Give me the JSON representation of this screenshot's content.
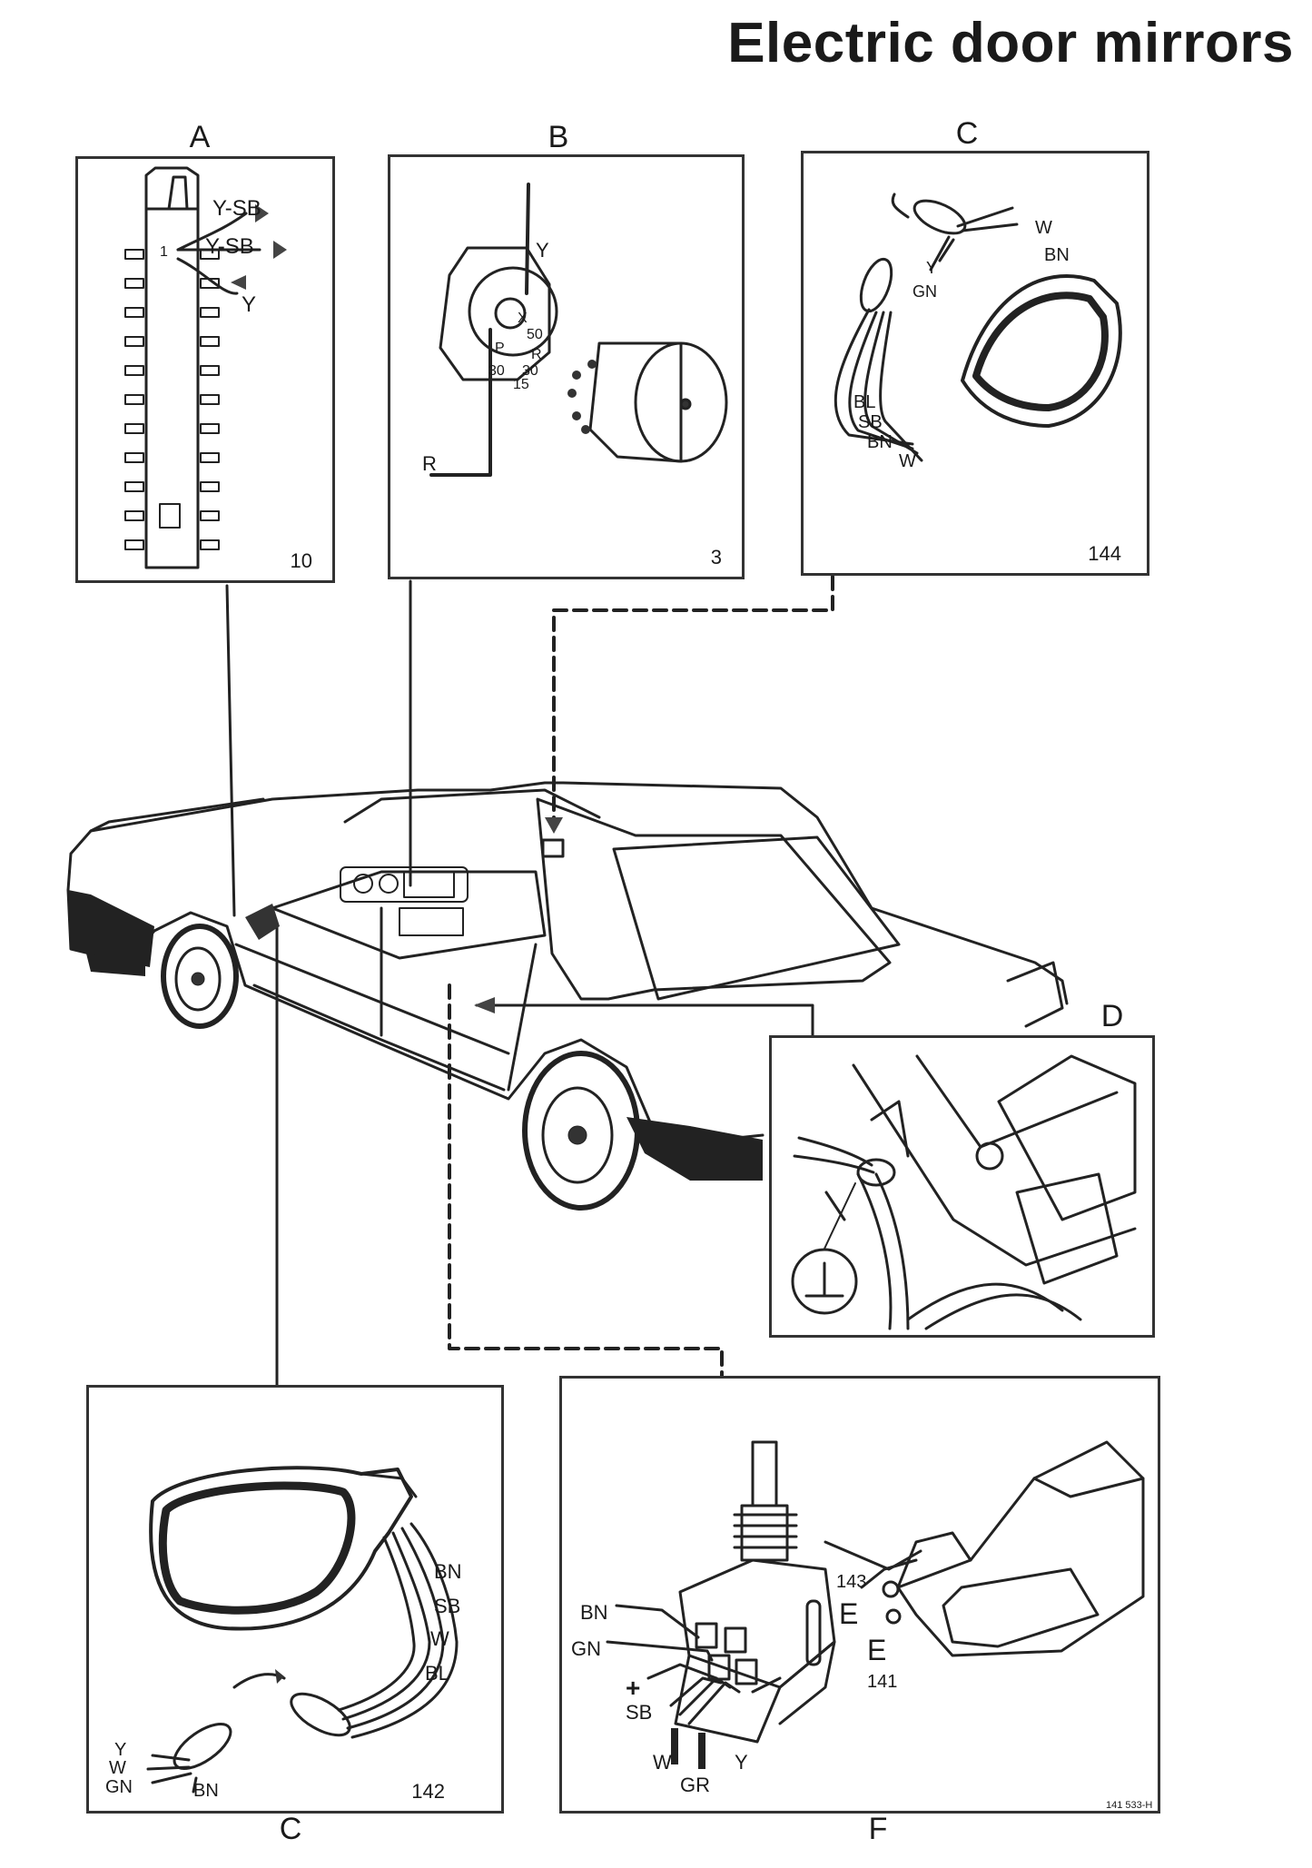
{
  "title": "Electric door mirrors",
  "panels": {
    "A": {
      "letter": "A",
      "number": "10",
      "wires": [
        "Y-SB",
        "Y-SB",
        "Y"
      ],
      "pin": "1"
    },
    "B": {
      "letter": "B",
      "number": "3",
      "wires": [
        "Y",
        "R"
      ],
      "terminals": [
        "50",
        "X",
        "30",
        "P",
        "R",
        "30",
        "15"
      ]
    },
    "C_top": {
      "letter": "C",
      "number": "144",
      "wires": [
        "W",
        "BN",
        "Y",
        "GN",
        "BL",
        "SB",
        "BN",
        "W"
      ]
    },
    "D": {
      "letter": "D"
    },
    "C_bottom": {
      "letter": "C",
      "number": "142",
      "wires": [
        "BN",
        "SB",
        "W",
        "BL",
        "Y",
        "W",
        "GN",
        "BN"
      ]
    },
    "F": {
      "letter": "F",
      "wires": [
        "BN",
        "GN",
        "+",
        "SB",
        "W",
        "GR",
        "Y"
      ],
      "labels": [
        "143",
        "E",
        "E",
        "141"
      ]
    }
  },
  "figure_ref": "141 533-H"
}
